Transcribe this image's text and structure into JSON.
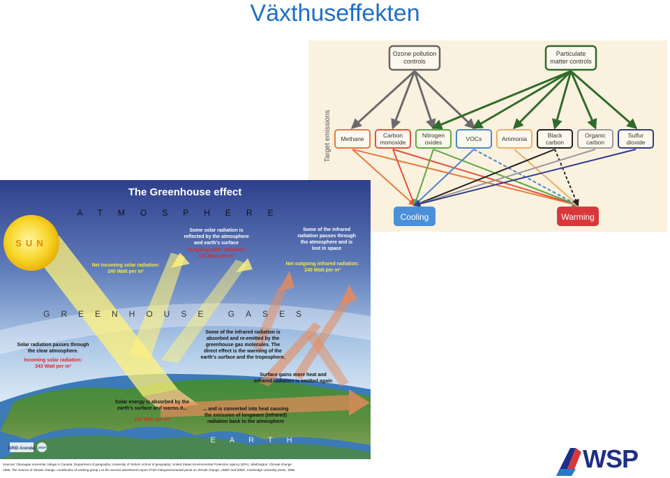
{
  "slide_title": "Växthuseffekten",
  "emissions_diagram": {
    "controls": [
      {
        "id": "ozone",
        "lines": [
          "Ozone pollution",
          "controls"
        ]
      },
      {
        "id": "particulate",
        "lines": [
          "Particulate",
          "matter controls"
        ]
      }
    ],
    "axis_label": "Target emissions",
    "emissions": [
      {
        "id": "methane",
        "lines": [
          "Methane"
        ],
        "color": "#e8793a"
      },
      {
        "id": "carbon-monoxide",
        "lines": [
          "Carbon",
          "monoxide"
        ],
        "color": "#e0523a"
      },
      {
        "id": "nitrogen-oxides",
        "lines": [
          "Nitrogen",
          "oxides"
        ],
        "color": "#5aaa3e"
      },
      {
        "id": "vocs",
        "lines": [
          "VOCs"
        ],
        "color": "#4a86c8"
      },
      {
        "id": "ammonia",
        "lines": [
          "Ammonia"
        ],
        "color": "#e8b060"
      },
      {
        "id": "black-carbon",
        "lines": [
          "Black",
          "carbon"
        ],
        "color": "#222222"
      },
      {
        "id": "organic-carbon",
        "lines": [
          "Organic",
          "carbon"
        ],
        "color": "#9a9a9a"
      },
      {
        "id": "sulfur-dioxide",
        "lines": [
          "Sulfur",
          "dioxide"
        ],
        "color": "#2f3d8e"
      }
    ],
    "outcomes": [
      {
        "id": "cooling",
        "label": "Cooling",
        "color": "#4a90d8"
      },
      {
        "id": "warming",
        "label": "Warming",
        "color": "#d9383a"
      }
    ]
  },
  "greenhouse_poster": {
    "title": "The Greenhouse effect",
    "band_atmosphere": "ATMOSPHERE",
    "band_greenhouse": "GREENHOUSE GASES",
    "band_earth": "EARTH",
    "sun_label": "SUN",
    "net_incoming": [
      "Net incoming solar radiation:",
      "240 Watt per m²"
    ],
    "reflected": [
      "Some solar radiation is",
      "reflected by the atmosphere",
      "and earth's surface"
    ],
    "outgoing_solar": [
      "Outgoing solar radiation:",
      "103 Watt per m²"
    ],
    "infrared_lost": [
      "Some of the infrared",
      "radiation passes through",
      "the atmosphere and is",
      "lost in space"
    ],
    "net_outgoing": [
      "Net outgoing infrared radiation:",
      "240 Watt per m²"
    ],
    "solar_passes": [
      "Solar radiation passes through",
      "the clear atmosphere."
    ],
    "incoming_solar": [
      "Incoming solar radiation:",
      "343 Watt per m²"
    ],
    "infrared_absorbed": [
      "Some of the infrared radiation is",
      "absorbed and re-emitted by the",
      "greenhouse gas molecules. The",
      "direct effect is the warming of the",
      "earth's surface and the troposphere."
    ],
    "surface_gains": [
      "Surface gains more heat and",
      "infrared radiation is emitted again"
    ],
    "solar_absorbed": [
      "Solar energy is absorbed by the",
      "earth's surface and warms it..."
    ],
    "absorbed_value": "168 Watt per m²",
    "converted": [
      "... and is converted into heat causing",
      "the emission of longwave (infrared)",
      "radiation back to the atmosphere"
    ],
    "grid_logo": "GRID Arendal",
    "unep_logo": "UNEP",
    "sources": [
      "Sources: Okanagan university college in Canada, Department of geography, University of Oxford, school of geography; United States Environmental Protection Agency (EPA), Washington; Climate change",
      "1995, The science of climate change, contribution of working group 1 to the second assessment report of the intergovernmental panel on climate change, UNEP and WMO, Cambridge university press, 1996."
    ]
  },
  "logo": {
    "text": "WSP"
  }
}
